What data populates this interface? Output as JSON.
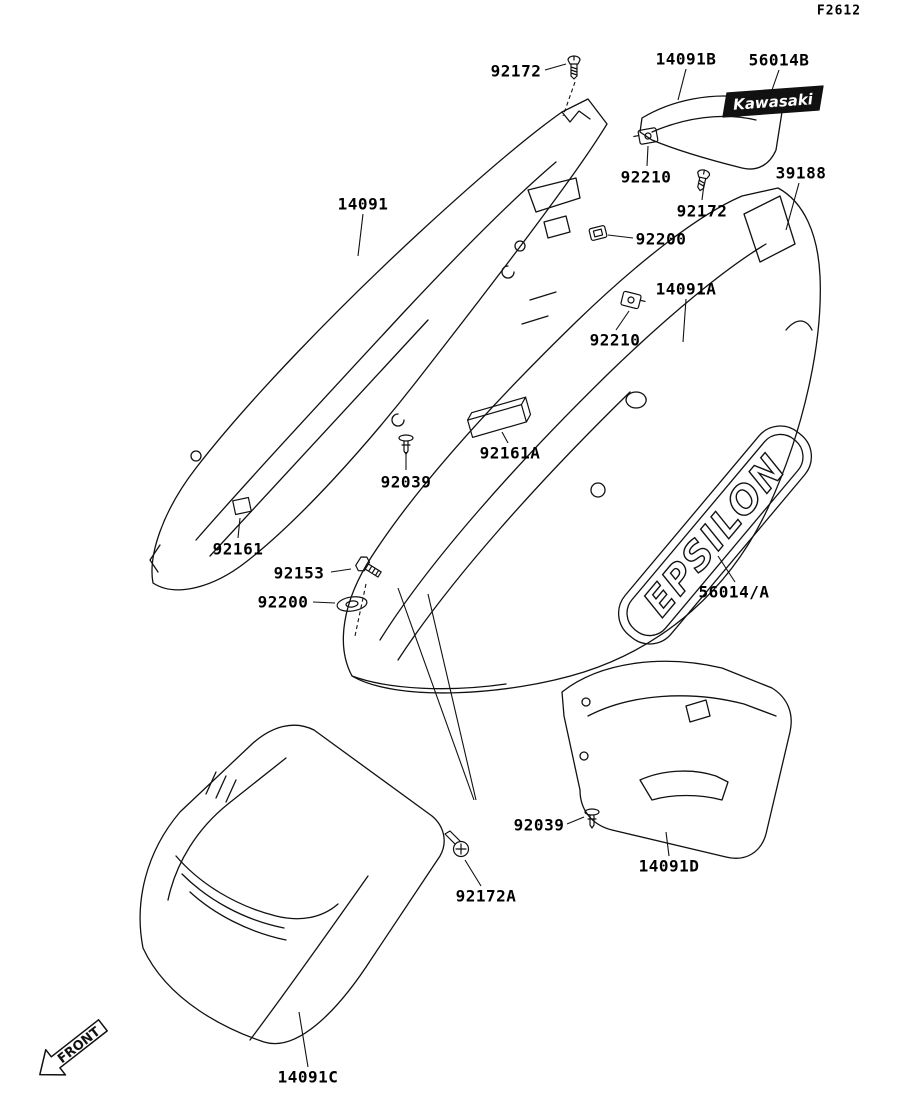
{
  "figure_code": "F2612",
  "front_marker": "FRONT",
  "decals": {
    "kawasaki": "Kawasaki",
    "epsilon": "EPSILON"
  },
  "labels": [
    {
      "part": "92172"
    },
    {
      "part": "14091B"
    },
    {
      "part": "56014B"
    },
    {
      "part": "92210"
    },
    {
      "part": "92172"
    },
    {
      "part": "39188"
    },
    {
      "part": "14091"
    },
    {
      "part": "92200"
    },
    {
      "part": "14091A"
    },
    {
      "part": "92210"
    },
    {
      "part": "92161A"
    },
    {
      "part": "92039"
    },
    {
      "part": "92161"
    },
    {
      "part": "92153"
    },
    {
      "part": "92200"
    },
    {
      "part": "56014/A"
    },
    {
      "part": "92039"
    },
    {
      "part": "14091D"
    },
    {
      "part": "92172A"
    },
    {
      "part": "14091C"
    }
  ]
}
